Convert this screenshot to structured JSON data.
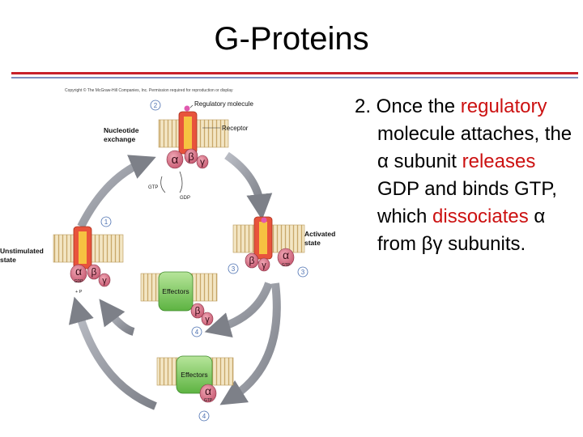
{
  "slide": {
    "title": "G-Proteins",
    "text_parts": [
      {
        "t": "2. Once the ",
        "hl": false
      },
      {
        "t": "regulatory",
        "hl": true
      },
      {
        "t": " molecule attaches, the α subunit ",
        "hl": false
      },
      {
        "t": "releases",
        "hl": true
      },
      {
        "t": " GDP and binds GTP, which ",
        "hl": false
      },
      {
        "t": "dissociates",
        "hl": true
      },
      {
        "t": " α from βγ subunits.",
        "hl": false
      }
    ]
  },
  "colors": {
    "highlight": "#cc1111",
    "rule_red": "#c8202a",
    "rule_blue": "#7f8fbf"
  },
  "diagram": {
    "copyright": "Copyright © The McGraw-Hill Companies, Inc. Permission required for reproduction or display",
    "labels": {
      "regulatory_molecule": "Regulatory molecule",
      "receptor": "Receptor",
      "nucleotide_exchange_1": "Nucleotide",
      "nucleotide_exchange_2": "exchange",
      "activated_1": "Activated",
      "activated_2": "state",
      "unstimulated_1": "Unstimulated",
      "unstimulated_2": "state",
      "effectors_top": "Effectors",
      "effectors_bottom": "Effectors",
      "gtp": "GTP",
      "gdp": "GDP",
      "pi": "+ P",
      "alpha": "α",
      "beta": "β",
      "gamma": "γ"
    },
    "steps": {
      "s1": "1",
      "s2": "2",
      "s3": "3",
      "s4": "4"
    }
  }
}
